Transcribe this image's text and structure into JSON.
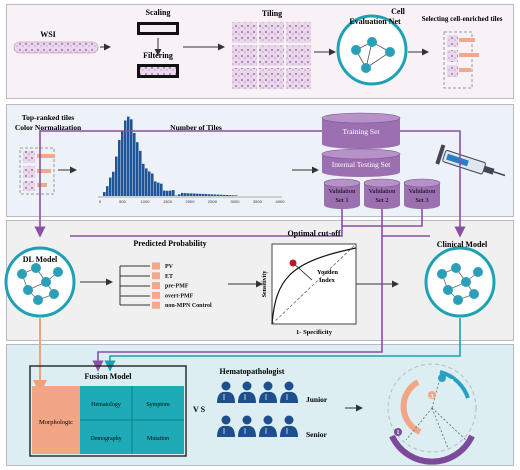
{
  "panel1": {
    "wsi_label": "WSI",
    "scaling_label": "Scaling",
    "filtering_label": "Filtering",
    "tiling_label": "Tiling",
    "cell_eval_line1": "Cell",
    "cell_eval_line2": "Evaluation Net",
    "selecting_label": "Selecting cell-enriched tiles"
  },
  "panel2": {
    "top_ranked_line1": "Top-ranked tiles",
    "top_ranked_line2": "Color Normalization",
    "histogram_title": "Number of Tiles",
    "histogram_ticks": [
      "0",
      "500",
      "1000",
      "1500",
      "2000",
      "2500",
      "3000",
      "3500",
      "4000"
    ],
    "training_set": "Training Set",
    "internal_testing_set": "Internal Testing Set",
    "validation_sets": [
      {
        "line1": "Validation",
        "line2": "Set 1"
      },
      {
        "line1": "Validation",
        "line2": "Set 2"
      },
      {
        "line1": "Validation",
        "line2": "Set 3"
      }
    ],
    "colors": {
      "cylinder": "#9b6fb0",
      "bar": "#1f5597"
    }
  },
  "panel3": {
    "dl_model": "DL Model",
    "predicted_probability": "Predicted Probability",
    "classes": [
      "PV",
      "ET",
      "pre-PMF",
      "overt-PMF",
      "non-MPN Control"
    ],
    "optimal_cutoff": "Optimal cut-off",
    "youden_line1": "Youden",
    "youden_line2": "Index",
    "y_axis": "Sensitivity",
    "x_axis": "1- Specificity",
    "clinical_model": "Clinical Model",
    "colors": {
      "node": "#2aa0b8",
      "class_box": "#f2a98b"
    }
  },
  "panel4": {
    "fusion_model": "Fusion Model",
    "morphologic": "Morphologic",
    "hematology": "Hematology",
    "symptom": "Symptom",
    "demography": "Demography",
    "mutation": "Mutation",
    "vs": "V S",
    "hematopathologist": "Hematopathologist",
    "junior": "Junior",
    "senior": "Senior",
    "gauge_numbers": [
      "2",
      "3",
      "1"
    ],
    "colors": {
      "morph": "#f2a685",
      "fusion": "#1faab8",
      "person": "#1d4f8f"
    }
  }
}
